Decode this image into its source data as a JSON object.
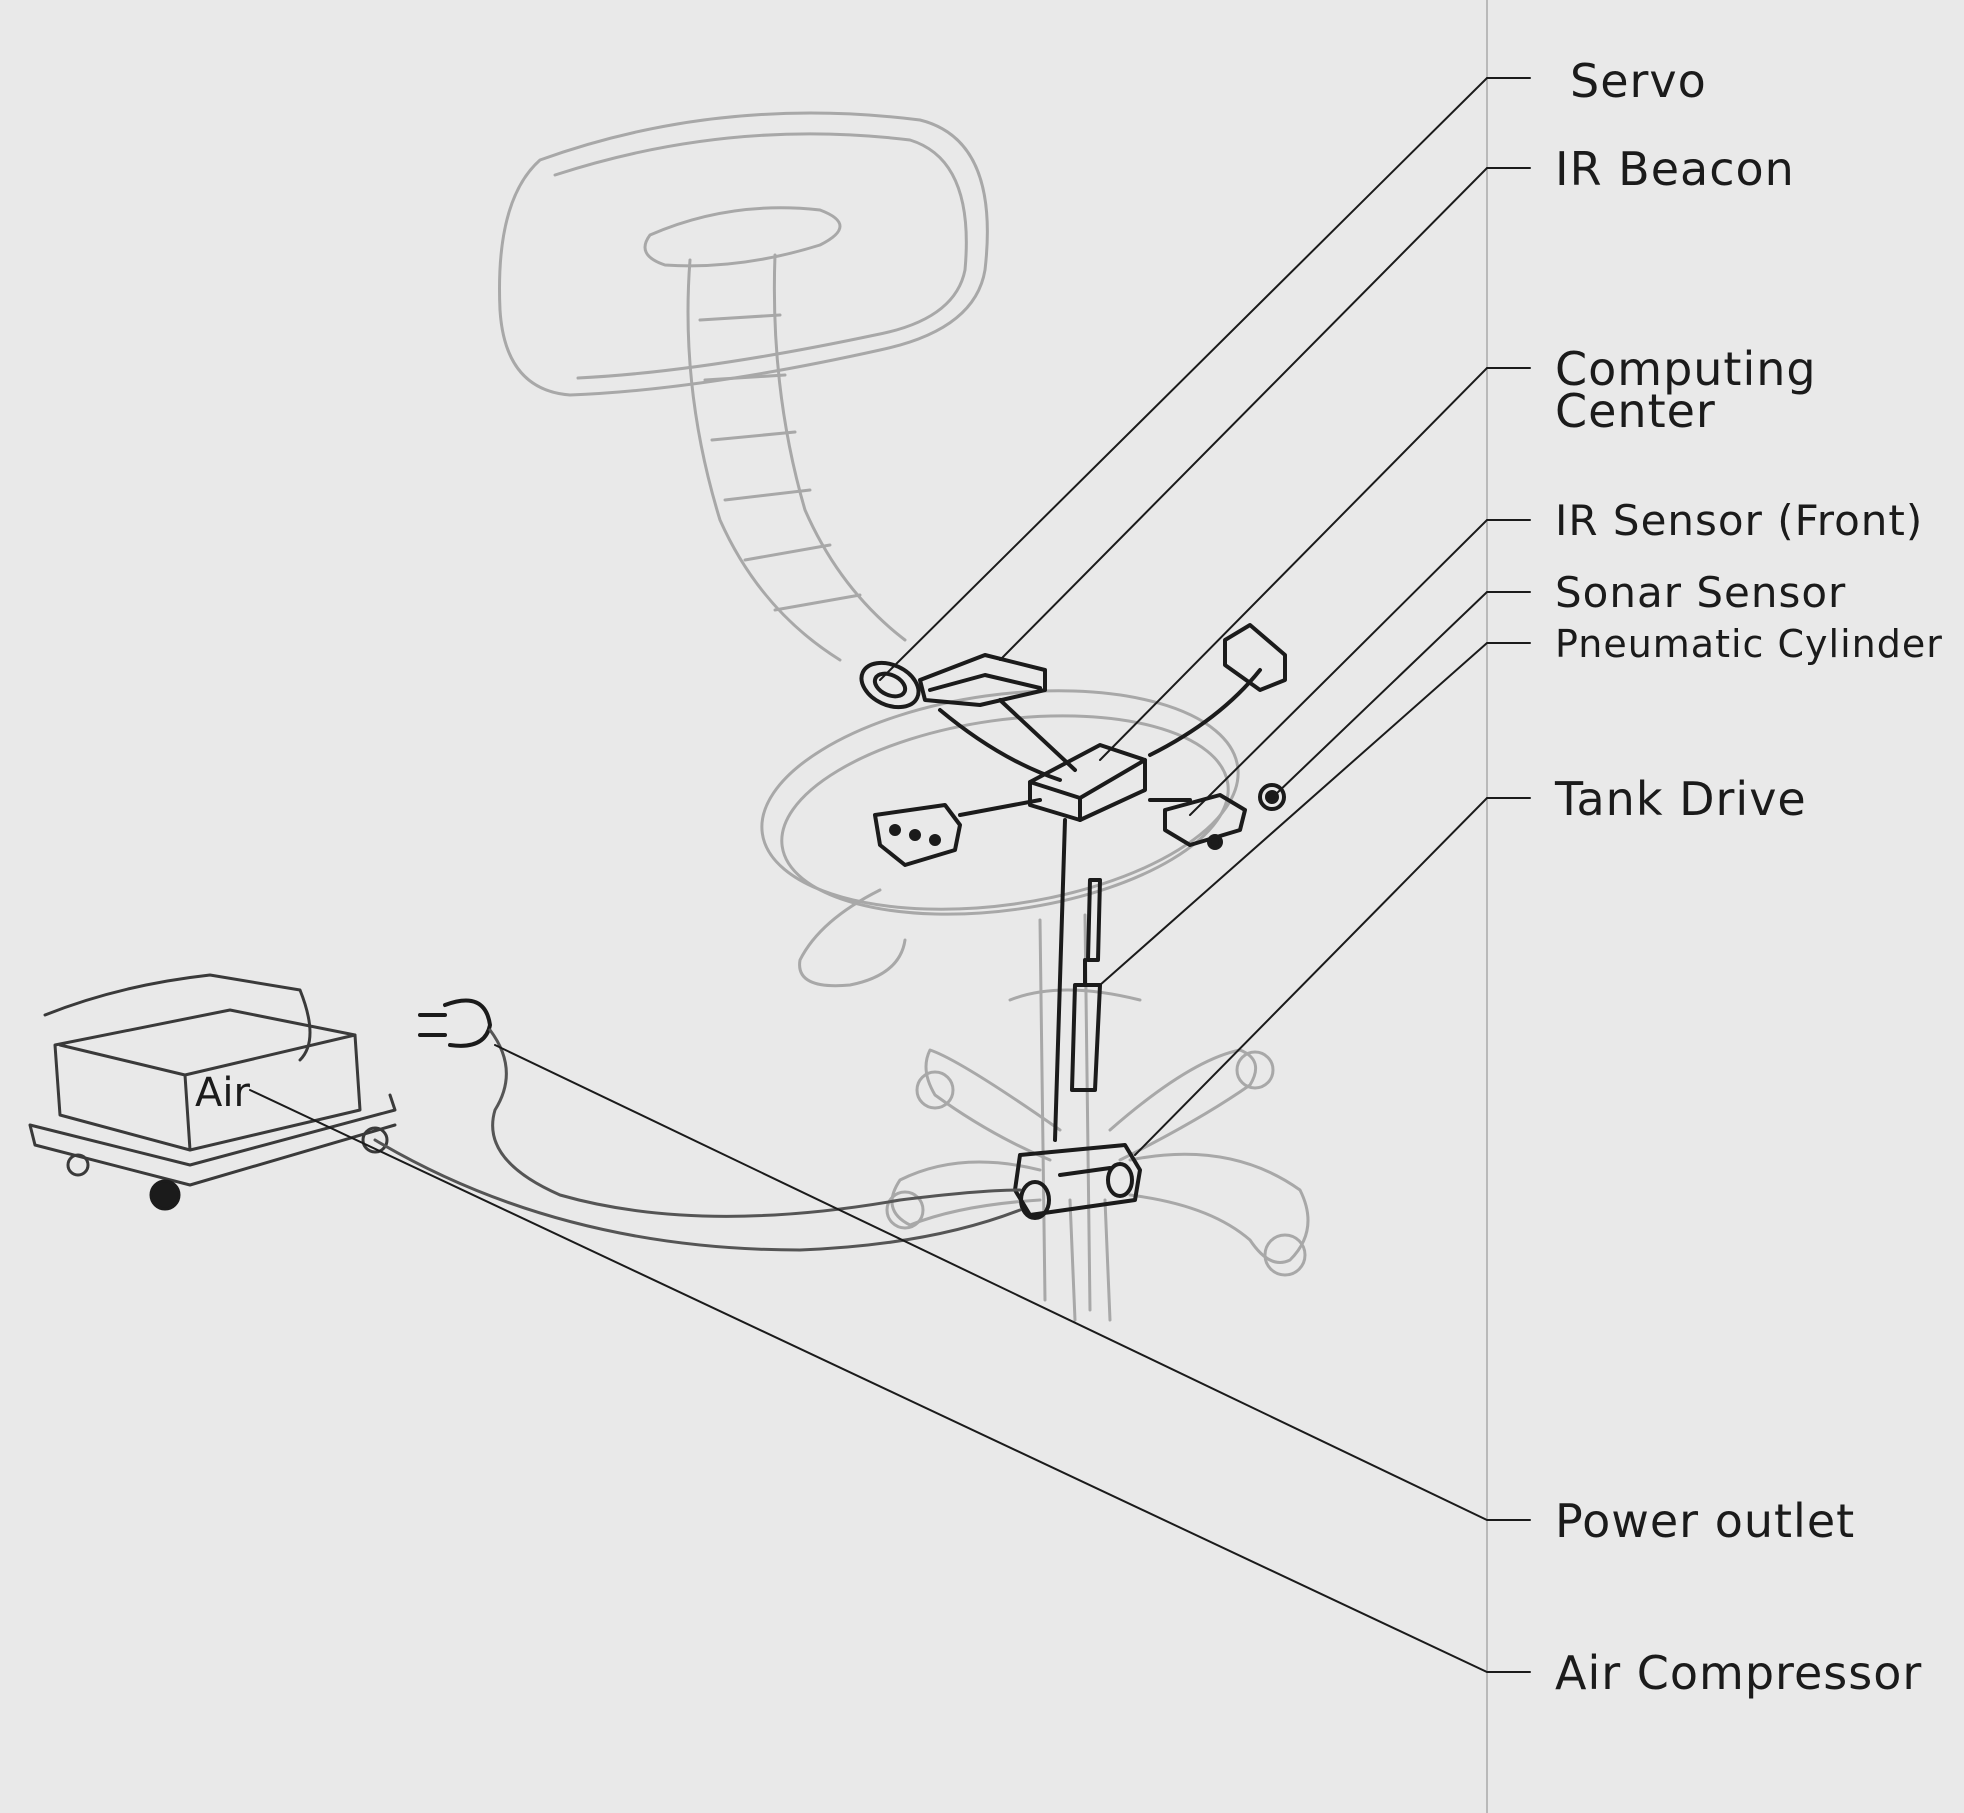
{
  "diagram": {
    "labels": {
      "servo": "Servo",
      "ir_beacon": "IR Beacon",
      "computing_center_1": "Computing",
      "computing_center_2": "Center",
      "ir_sensor_front": "IR Sensor (Front)",
      "sonar_sensor": "Sonar Sensor",
      "pneumatic_cylinder": "Pneumatic Cylinder",
      "tank_drive": "Tank Drive",
      "power_outlet": "Power outlet",
      "air_compressor": "Air Compressor"
    },
    "compressor_text": "Air"
  },
  "colors": {
    "paper": "#e9e9e9",
    "pencil_light": "#a8a8a8",
    "ink": "#1b1b1b"
  }
}
